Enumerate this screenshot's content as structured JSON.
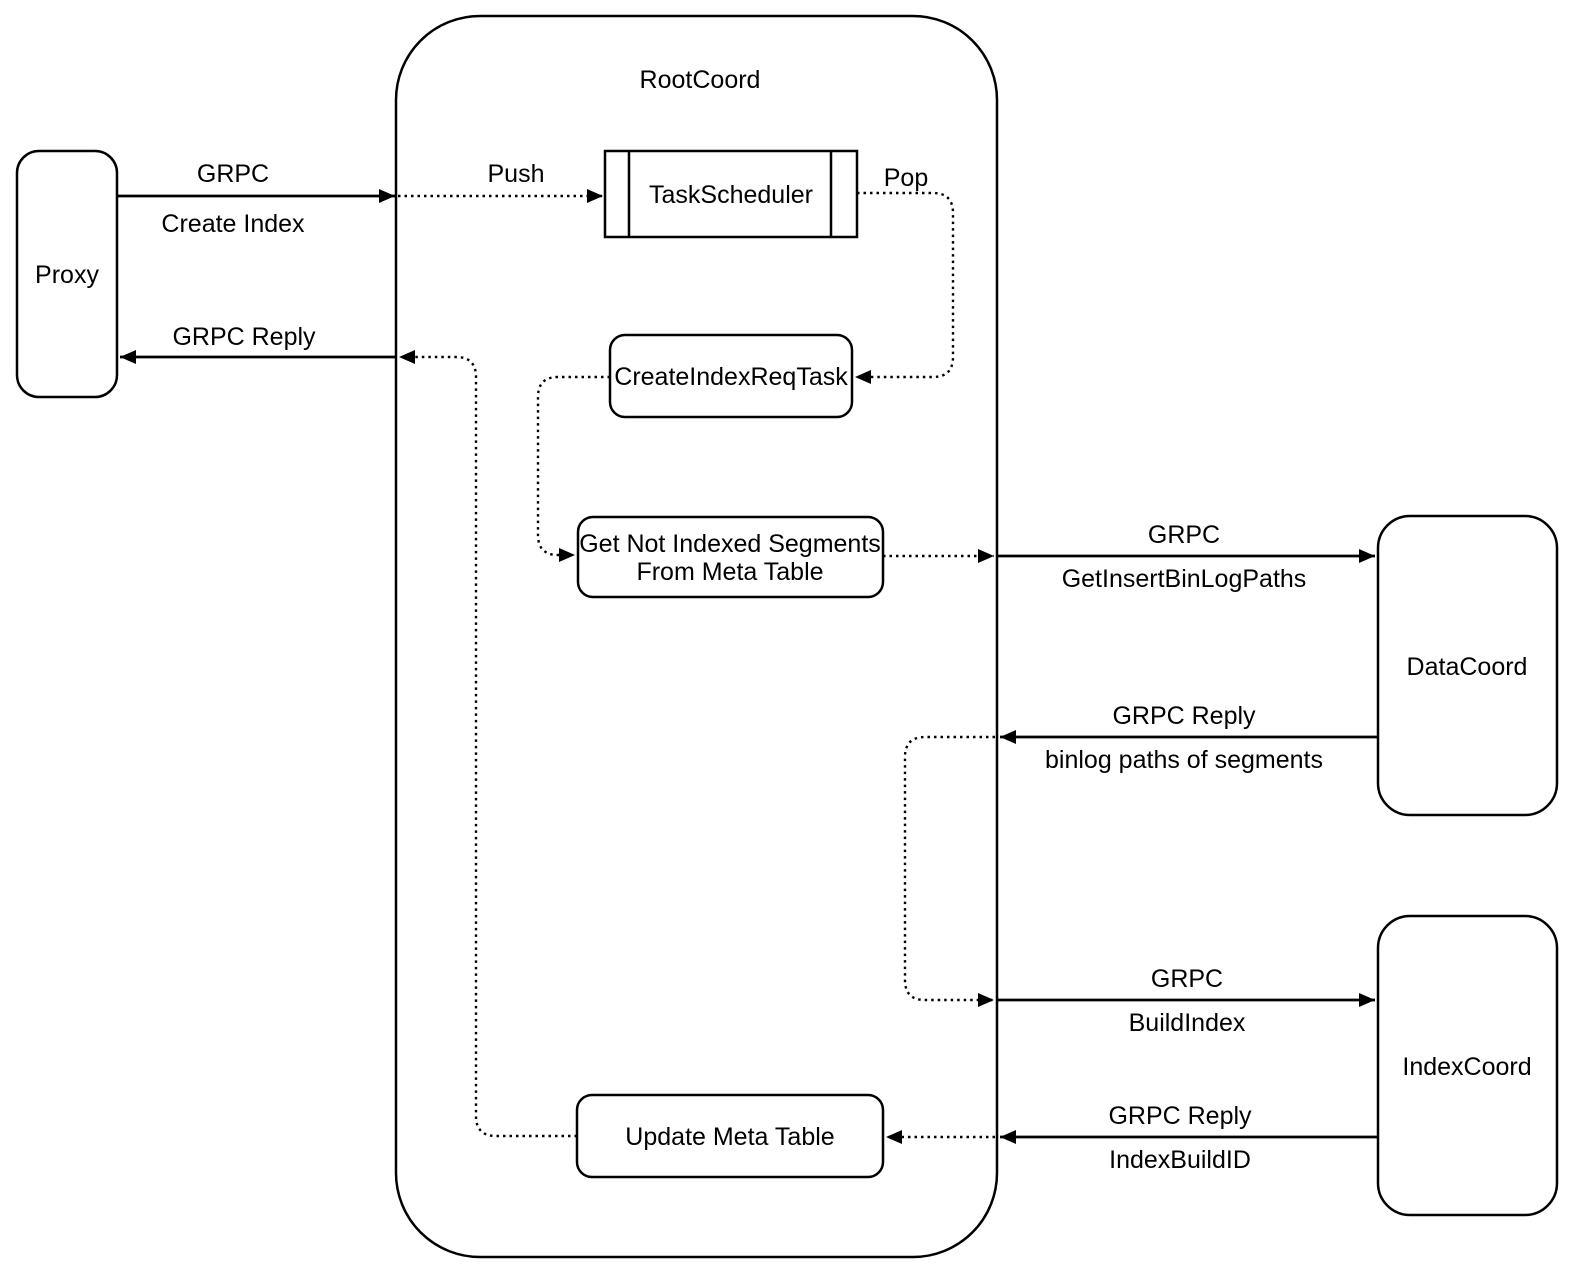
{
  "diagram": {
    "colors": {
      "stroke": "#000000",
      "background": "#ffffff"
    },
    "nodes": {
      "rootcoord": {
        "label": "RootCoord"
      },
      "proxy": {
        "label": "Proxy"
      },
      "task_scheduler": {
        "label": "TaskScheduler"
      },
      "create_index_req_task": {
        "label": "CreateIndexReqTask"
      },
      "get_not_indexed_segments": {
        "label_line1": "Get Not Indexed Segments",
        "label_line2": "From Meta Table"
      },
      "update_meta_table": {
        "label": "Update Meta Table"
      },
      "datacoord": {
        "label": "DataCoord"
      },
      "indexcoord": {
        "label": "IndexCoord"
      }
    },
    "edges": {
      "create_index": {
        "label1": "GRPC",
        "label2": "Create Index"
      },
      "push": {
        "label": "Push"
      },
      "pop": {
        "label": "Pop"
      },
      "get_insert_binlog_paths": {
        "label1": "GRPC",
        "label2": "GetInsertBinLogPaths"
      },
      "binlog_reply": {
        "label1": "GRPC Reply",
        "label2": "binlog paths of segments"
      },
      "build_index": {
        "label1": "GRPC",
        "label2": "BuildIndex"
      },
      "index_build_id": {
        "label1": "GRPC Reply",
        "label2": "IndexBuildID"
      },
      "grpc_reply_to_proxy": {
        "label": "GRPC Reply"
      }
    }
  }
}
